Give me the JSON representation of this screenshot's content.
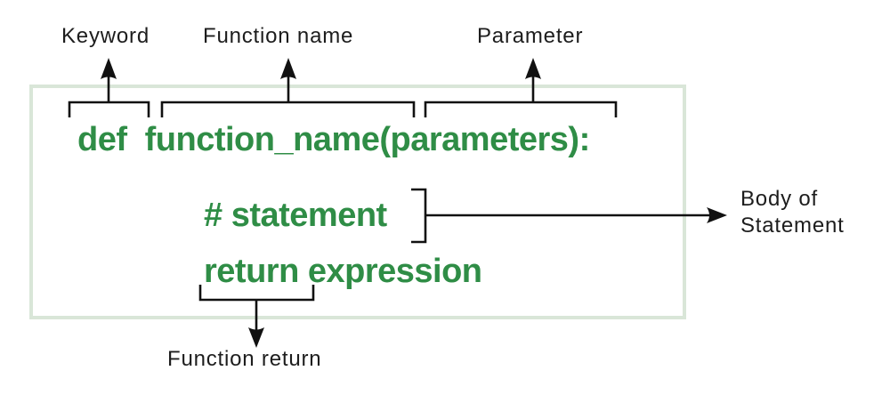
{
  "diagram": {
    "annotations": {
      "keyword": "Keyword",
      "function_name": "Function name",
      "parameter": "Parameter",
      "body_of_statement": "Body of\nStatement",
      "function_return": "Function return"
    },
    "code": {
      "definition_line": "def  function_name(parameters):",
      "statement_line": "# statement",
      "return_line": "return expression"
    },
    "colors": {
      "code_green": "#2F8D46",
      "box_border_green": "#D9E6D8",
      "annotation_text": "#1D1D1D",
      "connector_black": "#111111"
    },
    "icons": {
      "up_arrow": "▲",
      "right_arrow": "►",
      "down_arrow": "▼"
    }
  }
}
